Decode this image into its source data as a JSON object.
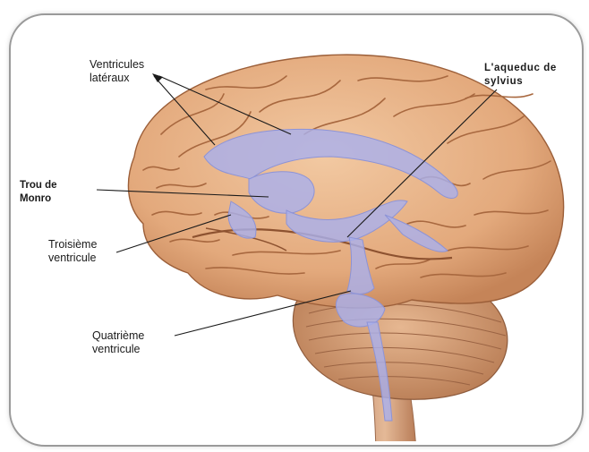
{
  "labels": {
    "ventricules_lateraux": [
      "Ventricules",
      "latéraux"
    ],
    "aqueduc": [
      "L'aqueduc de",
      "sylvius"
    ],
    "trou_de_monro": [
      "Trou de",
      "Monro"
    ],
    "troisieme_ventricule": [
      "Troisième",
      "ventricule"
    ],
    "quatrieme_ventricule": [
      "Quatrième",
      "ventricule"
    ]
  },
  "colors": {
    "frame_border": "#9a9a9a",
    "brain_fill": "#e8b48a",
    "brain_shadow": "#c88a5e",
    "gyrus_line": "#a8683f",
    "cerebellum_fill": "#d79f78",
    "ventricle_fill": "#aab0ec",
    "label_text": "#1a1a1a",
    "pointer_line": "#1a1a1a"
  }
}
